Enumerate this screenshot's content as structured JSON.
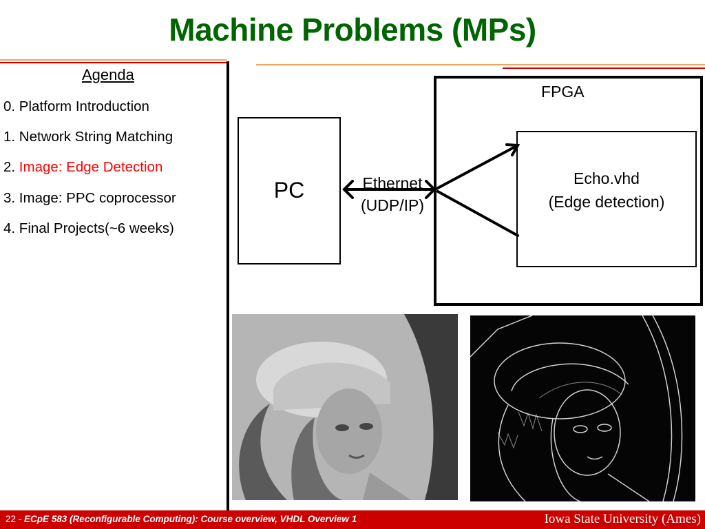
{
  "slide": {
    "title": "Machine Problems (MPs)"
  },
  "agenda": {
    "heading": "Agenda",
    "items": [
      {
        "prefix": "0. ",
        "text": "Platform Introduction",
        "highlight": false
      },
      {
        "prefix": "1. ",
        "text": "Network String Matching",
        "highlight": false
      },
      {
        "prefix": "2. ",
        "text": "Image: Edge Detection",
        "highlight": true
      },
      {
        "prefix": "3. ",
        "text": "Image: PPC coprocessor",
        "highlight": false
      },
      {
        "prefix": "4. ",
        "text": "Final Projects(~6 weeks)",
        "highlight": false
      }
    ]
  },
  "diagram": {
    "fpga_label": "FPGA",
    "pc_label": "PC",
    "ethernet_line1": "Ethernet",
    "ethernet_line2": "(UDP/IP)",
    "echo_line1": "Echo.vhd",
    "echo_line2": "(Edge detection)"
  },
  "images": {
    "original": "grayscale-portrait-photo",
    "edges": "edge-detected-portrait-photo"
  },
  "footer": {
    "page_number": "22",
    "separator": " - ",
    "course": "ECpE 583 (Reconfigurable Computing): Course overview, VHDL Overview 1",
    "institution": "Iowa State University (Ames)"
  },
  "colors": {
    "title": "#006400",
    "highlight": "#ff0000",
    "footer_bg": "#cc0000",
    "rule_orange": "#f4a460",
    "rule_red": "#cc0000"
  }
}
